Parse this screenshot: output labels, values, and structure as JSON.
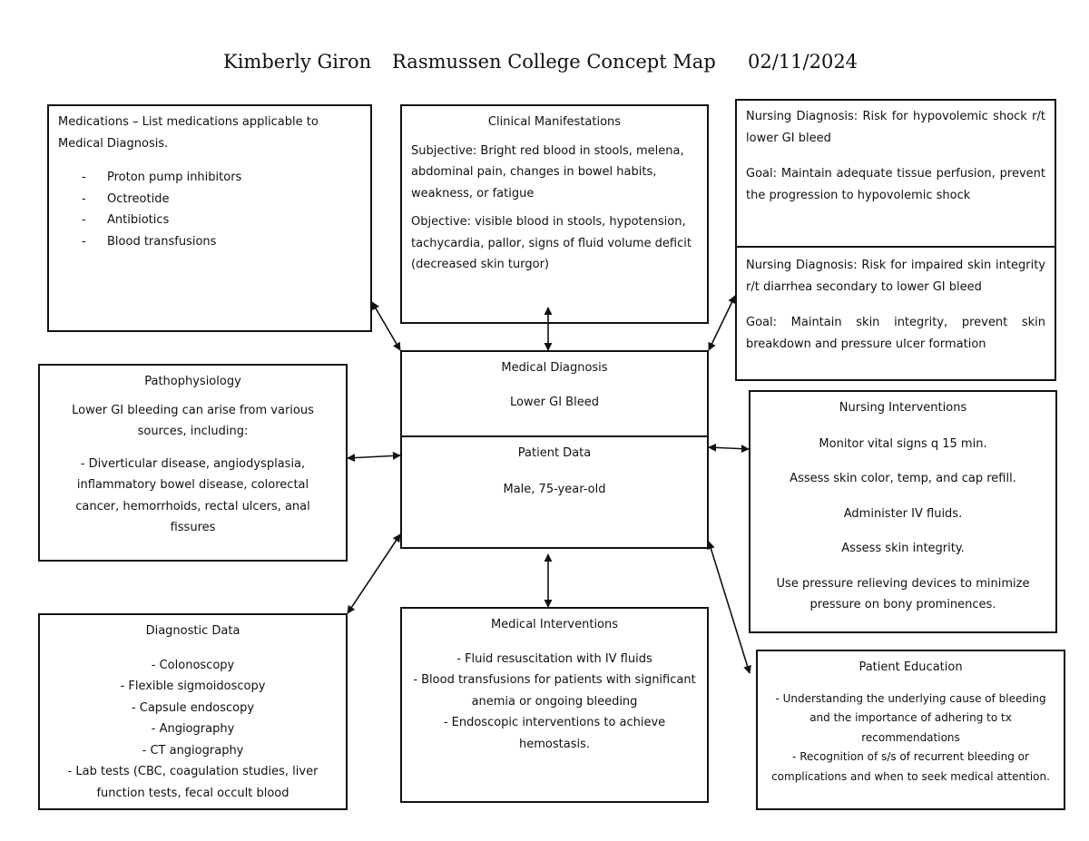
{
  "header": {
    "name": "Kimberly Giron",
    "title": "Rasmussen College Concept Map",
    "date": "02/11/2024"
  },
  "medications": {
    "heading_line1": "Medications – List medications applicable to",
    "heading_line2": "Medical Diagnosis.",
    "items": [
      "Proton pump inhibitors",
      "Octreotide",
      "Antibiotics",
      "Blood transfusions"
    ]
  },
  "clinical": {
    "heading": "Clinical Manifestations",
    "subjective": "Subjective: Bright red blood in stools, melena, abdominal pain, changes in bowel habits, weakness, or fatigue",
    "objective": "Objective: visible blood in stools, hypotension, tachycardia, pallor, signs of fluid volume deficit (decreased skin turgor)"
  },
  "nursing_dx1": {
    "diagnosis": "Nursing Diagnosis: Risk for hypovolemic shock r/t lower GI bleed",
    "goal": "Goal: Maintain adequate tissue perfusion, prevent the progression to hypovolemic shock"
  },
  "nursing_dx2": {
    "diagnosis": "Nursing Diagnosis: Risk for impaired skin integrity r/t diarrhea secondary to lower GI bleed",
    "goal": "Goal: Maintain skin integrity, prevent skin breakdown and pressure ulcer formation"
  },
  "pathophysiology": {
    "heading": "Pathophysiology",
    "intro": "Lower GI bleeding can arise from various sources, including:",
    "item": "Diverticular disease, angiodysplasia, inflammatory bowel disease, colorectal cancer, hemorrhoids, rectal ulcers, anal fissures"
  },
  "medical_diagnosis": {
    "heading": "Medical Diagnosis",
    "value": "Lower GI Bleed"
  },
  "patient_data": {
    "heading": "Patient Data",
    "value": "Male, 75-year-old"
  },
  "nursing_interventions": {
    "heading": "Nursing Interventions",
    "items": [
      "Monitor vital signs q 15 min.",
      "Assess skin color, temp, and cap refill.",
      "Administer IV fluids.",
      "Assess skin integrity.",
      "Use pressure relieving devices to minimize pressure on bony prominences."
    ]
  },
  "diagnostic": {
    "heading": "Diagnostic Data",
    "items": [
      "Colonoscopy",
      "Flexible sigmoidoscopy",
      "Capsule endoscopy",
      "Angiography",
      "CT angiography",
      "Lab tests (CBC, coagulation studies, liver function tests, fecal occult blood"
    ]
  },
  "medical_interventions": {
    "heading": "Medical Interventions",
    "items": [
      "Fluid resuscitation with IV fluids",
      "Blood transfusions for patients with significant anemia or ongoing bleeding",
      "Endoscopic interventions to achieve hemostasis."
    ]
  },
  "education": {
    "heading": "Patient Education",
    "items": [
      "Understanding the underlying cause of bleeding and the importance of adhering to tx recommendations",
      "Recognition of s/s of recurrent bleeding or complications and when to seek medical attention."
    ]
  }
}
